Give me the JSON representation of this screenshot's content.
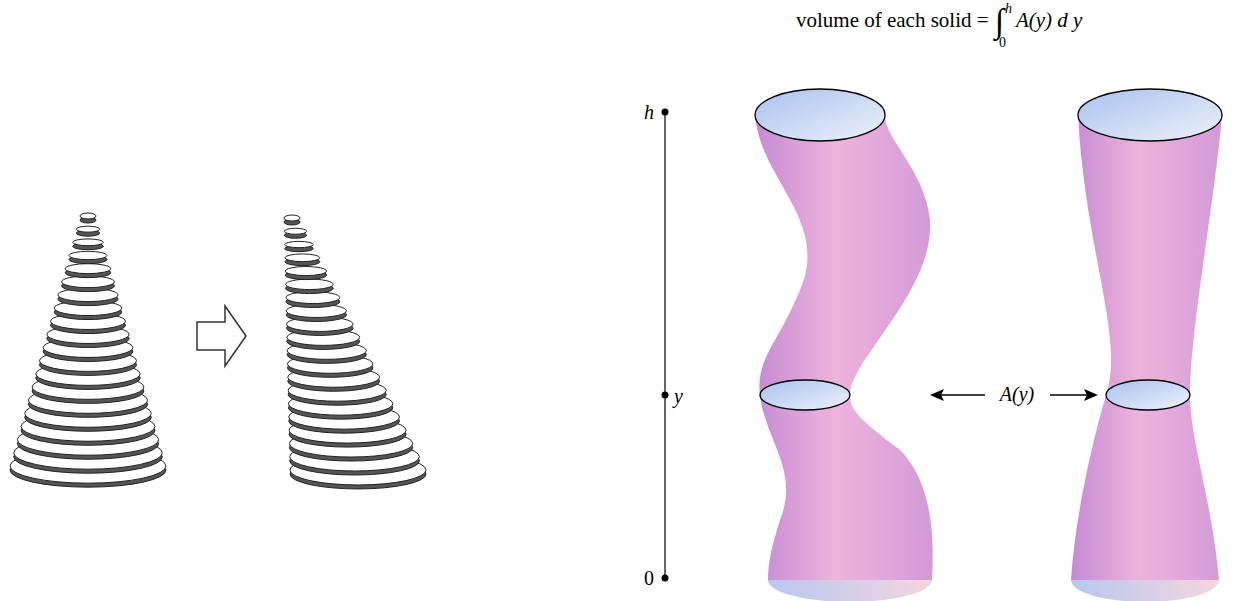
{
  "diagram": {
    "labels": [
      "volume of each solid =",
      "∫",
      "h",
      "0",
      "A(y) d y",
      "h",
      "y",
      "0",
      "A(y)"
    ]
  }
}
